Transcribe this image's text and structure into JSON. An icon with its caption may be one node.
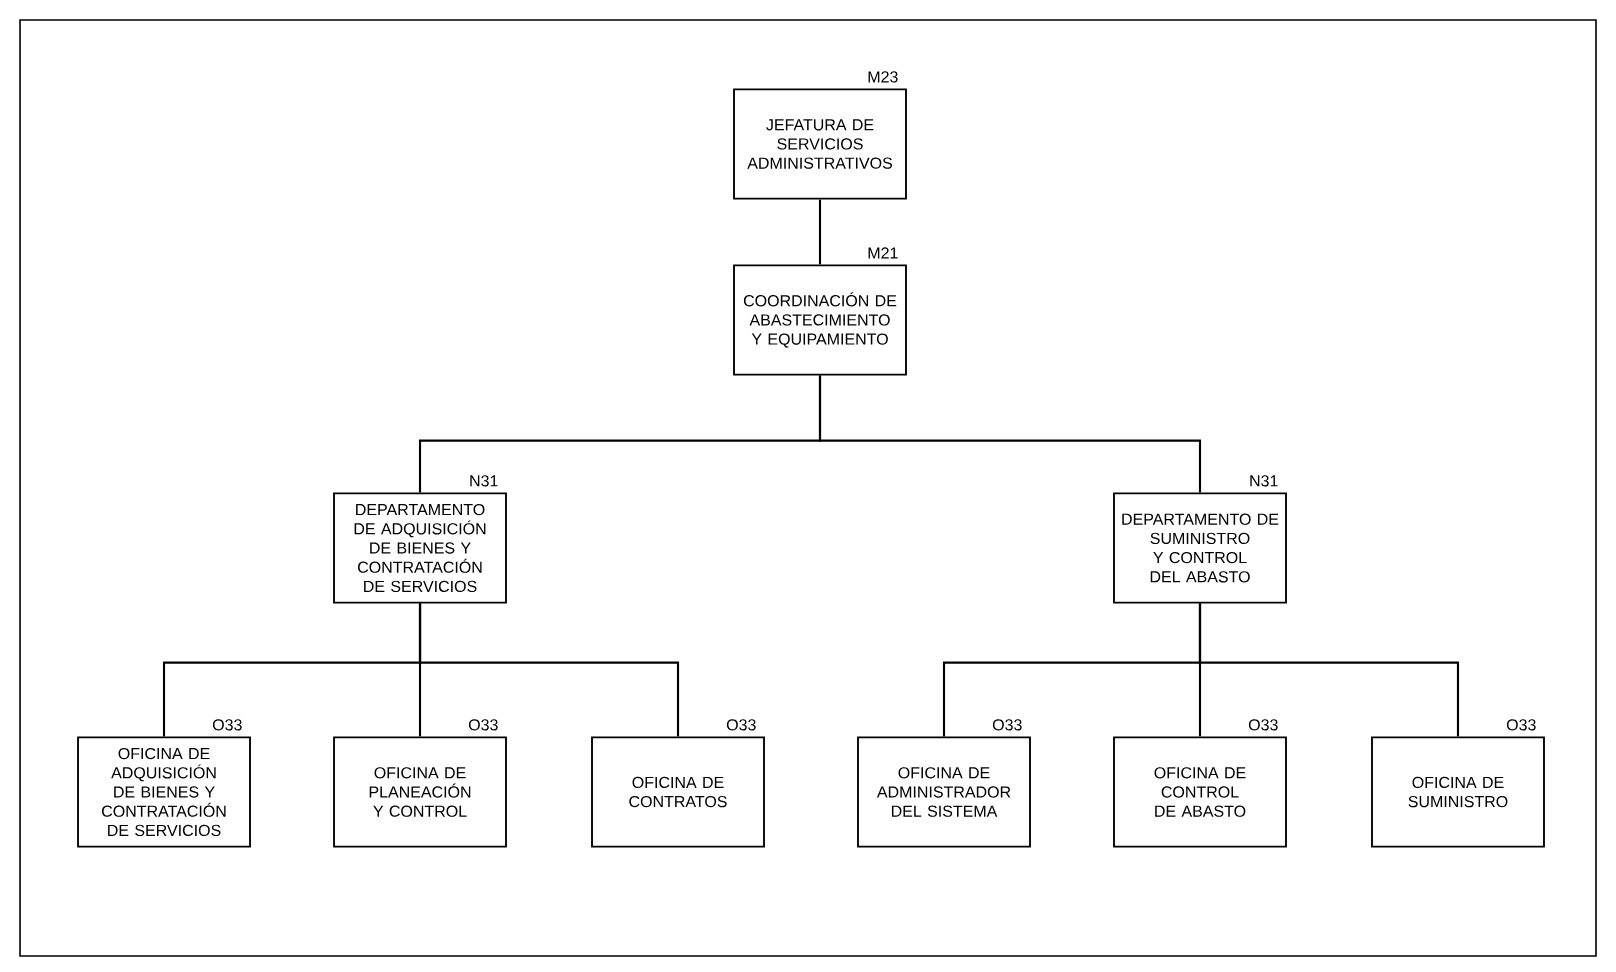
{
  "diagram": {
    "nodes": [
      {
        "text": [
          "JEFATURA DE SERVICIOS ADMINISTRATIVOS"
        ],
        "beside": [
          "M23"
        ]
      },
      {
        "text": [
          "COORDINACIÓN DE ABASTECIMIENTO Y EQUIPAMIENTO"
        ],
        "beside": [
          "M21"
        ]
      },
      {
        "text": [
          "DEPARTAMENTO DE ADQUISICIÓN DE BIENES Y CONTRATACIÓN DE SERVICIOS"
        ],
        "beside": [
          "N31"
        ]
      },
      {
        "text": [
          "DEPARTAMENTO DE SUMINISTRO Y CONTROL DEL ABASTO"
        ],
        "beside": [
          "N31"
        ]
      },
      {
        "text": [
          "OFICINA DE ADQUISICIÓN DE BIENES Y CONTRATACIÓN DE SERVICIOS"
        ],
        "beside": [
          "O33"
        ]
      },
      {
        "text": [
          "OFICINA DE PLANEACIÓN Y CONTROL"
        ],
        "beside": [
          "O33"
        ]
      },
      {
        "text": [
          "OFICINA DE CONTRATOS"
        ],
        "beside": [
          "O33"
        ]
      },
      {
        "text": [
          "OFICINA DE ADMINISTRADOR DEL SISTEMA"
        ],
        "beside": [
          "O33"
        ]
      },
      {
        "text": [
          "OFICINA DE CONTROL DE ABASTO"
        ],
        "beside": [
          "O33"
        ]
      },
      {
        "text": [
          "OFICINA DE SUMINISTRO"
        ],
        "beside": [
          "O33"
        ]
      }
    ],
    "edges": [
      {
        "from": 0,
        "to": 1,
        "arrow": "none"
      },
      {
        "from": 1,
        "to": 2,
        "arrow": "none"
      },
      {
        "from": 1,
        "to": 3,
        "arrow": "none"
      },
      {
        "from": 2,
        "to": 4,
        "arrow": "none"
      },
      {
        "from": 2,
        "to": 5,
        "arrow": "none"
      },
      {
        "from": 2,
        "to": 6,
        "arrow": "none"
      },
      {
        "from": 3,
        "to": 7,
        "arrow": "none"
      },
      {
        "from": 3,
        "to": 8,
        "arrow": "none"
      },
      {
        "from": 3,
        "to": 9,
        "arrow": "none"
      }
    ]
  }
}
